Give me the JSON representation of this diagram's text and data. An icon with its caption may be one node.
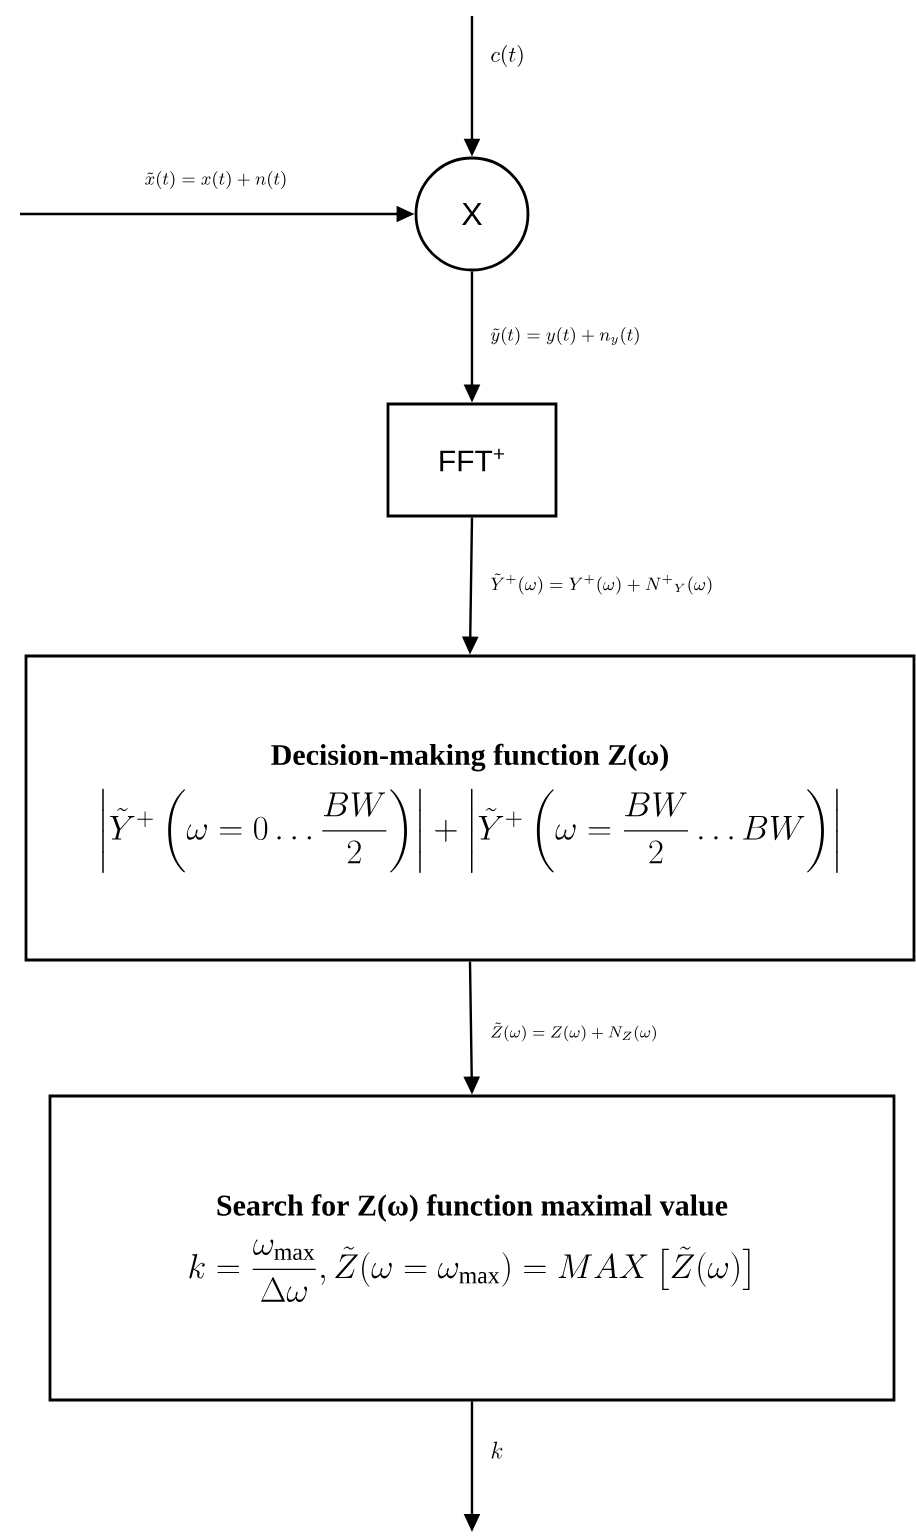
{
  "diagram": {
    "nodes": [
      {
        "text": [
          "X"
        ]
      },
      {
        "text": [
          "FFT$^{+}$"
        ]
      },
      {
        "text": [
          "Decision-making function Z(ω)",
          "\\left|\\tilde{Y}^{+}\\left(\\omega=0\\ldots\\frac{BW}{2}\\right)\\right|+\\left|\\tilde{Y}^{+}\\left(\\omega=\\frac{BW}{2}\\ldots BW\\right)\\right|"
        ]
      },
      {
        "text": [
          "Search for Z(ω) function maximal value",
          "k=\\frac{\\omega_{\\max}}{\\Delta\\omega},\\tilde{Z}(\\omega=\\omega_{\\max})=MAX\\left[\\tilde{Z}(\\omega)\\right]"
        ]
      }
    ],
    "edges": [
      {
        "from": null,
        "to": 0,
        "arrow": "to",
        "label": "c(t)"
      },
      {
        "from": null,
        "to": 0,
        "arrow": "to",
        "label": "\\tilde{x}(t)=x(t)+n(t)"
      },
      {
        "from": 0,
        "to": 1,
        "arrow": "to",
        "label": "\\tilde{y}(t)=y(t)+n_{y}(t)"
      },
      {
        "from": 1,
        "to": 2,
        "arrow": "to",
        "label": "\\tilde{Y}^{+}(\\omega)=Y^{+}(\\omega)+N^{+}{}_{Y}(\\omega)"
      },
      {
        "from": 2,
        "to": 3,
        "arrow": "to",
        "label": "\\tilde{Z}(\\omega)=Z(\\omega)+N_{Z}(\\omega)"
      },
      {
        "from": 3,
        "to": null,
        "arrow": "to",
        "label": "k"
      }
    ]
  }
}
